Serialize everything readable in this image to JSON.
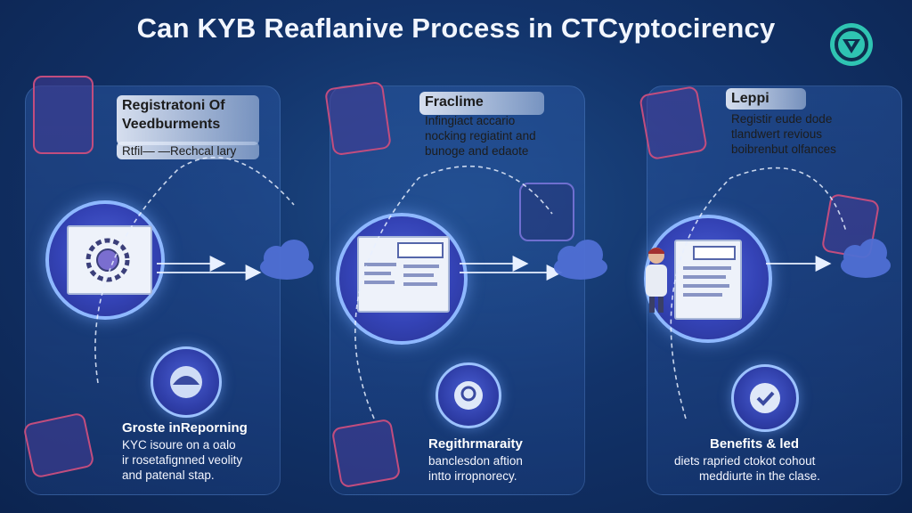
{
  "title": "Can KYB Reaflanive Process in CTCyptocirency",
  "colors": {
    "background": "#12336a",
    "accent": "#2fc4b2",
    "panel": "#2d5aa8",
    "circle": "#3443b6",
    "ring": "#8eb8ff"
  },
  "panels": [
    {
      "heading": [
        "Registratoni Of",
        "Veedburments"
      ],
      "subtext": [
        "Rtfil— —Rechcal lary"
      ],
      "footer_title": "Groste inReporning",
      "footer_text": [
        "KYC isoure on a oalo",
        "ir rosetafignned veolity",
        "and patenal stap."
      ],
      "icons": [
        "shield-icon",
        "security-gear-icon",
        "helmet-icon",
        "cloud-icon"
      ]
    },
    {
      "heading": [
        "Fraclime"
      ],
      "subtext": [
        "Infingiact accario",
        "nocking regiatint and",
        "bunoge and edaote"
      ],
      "footer_title": "Regithrmaraity",
      "footer_text": [
        "banclesdon aftion",
        "intto irropnorecy."
      ],
      "icons": [
        "document-icon",
        "dashboard-icon",
        "shield-lock-icon",
        "cloud-icon"
      ]
    },
    {
      "heading": [
        "Leppi"
      ],
      "subtext": [
        "Registir eude dode",
        "tlandwert revious",
        "boibrenbut olfances"
      ],
      "footer_title": "Benefits & led",
      "footer_text": [
        "diets rapried ctokot cohout",
        "meddiurte in the clase."
      ],
      "icons": [
        "document-icon",
        "person-icon",
        "shield-check-icon",
        "cloud-icon"
      ]
    }
  ]
}
